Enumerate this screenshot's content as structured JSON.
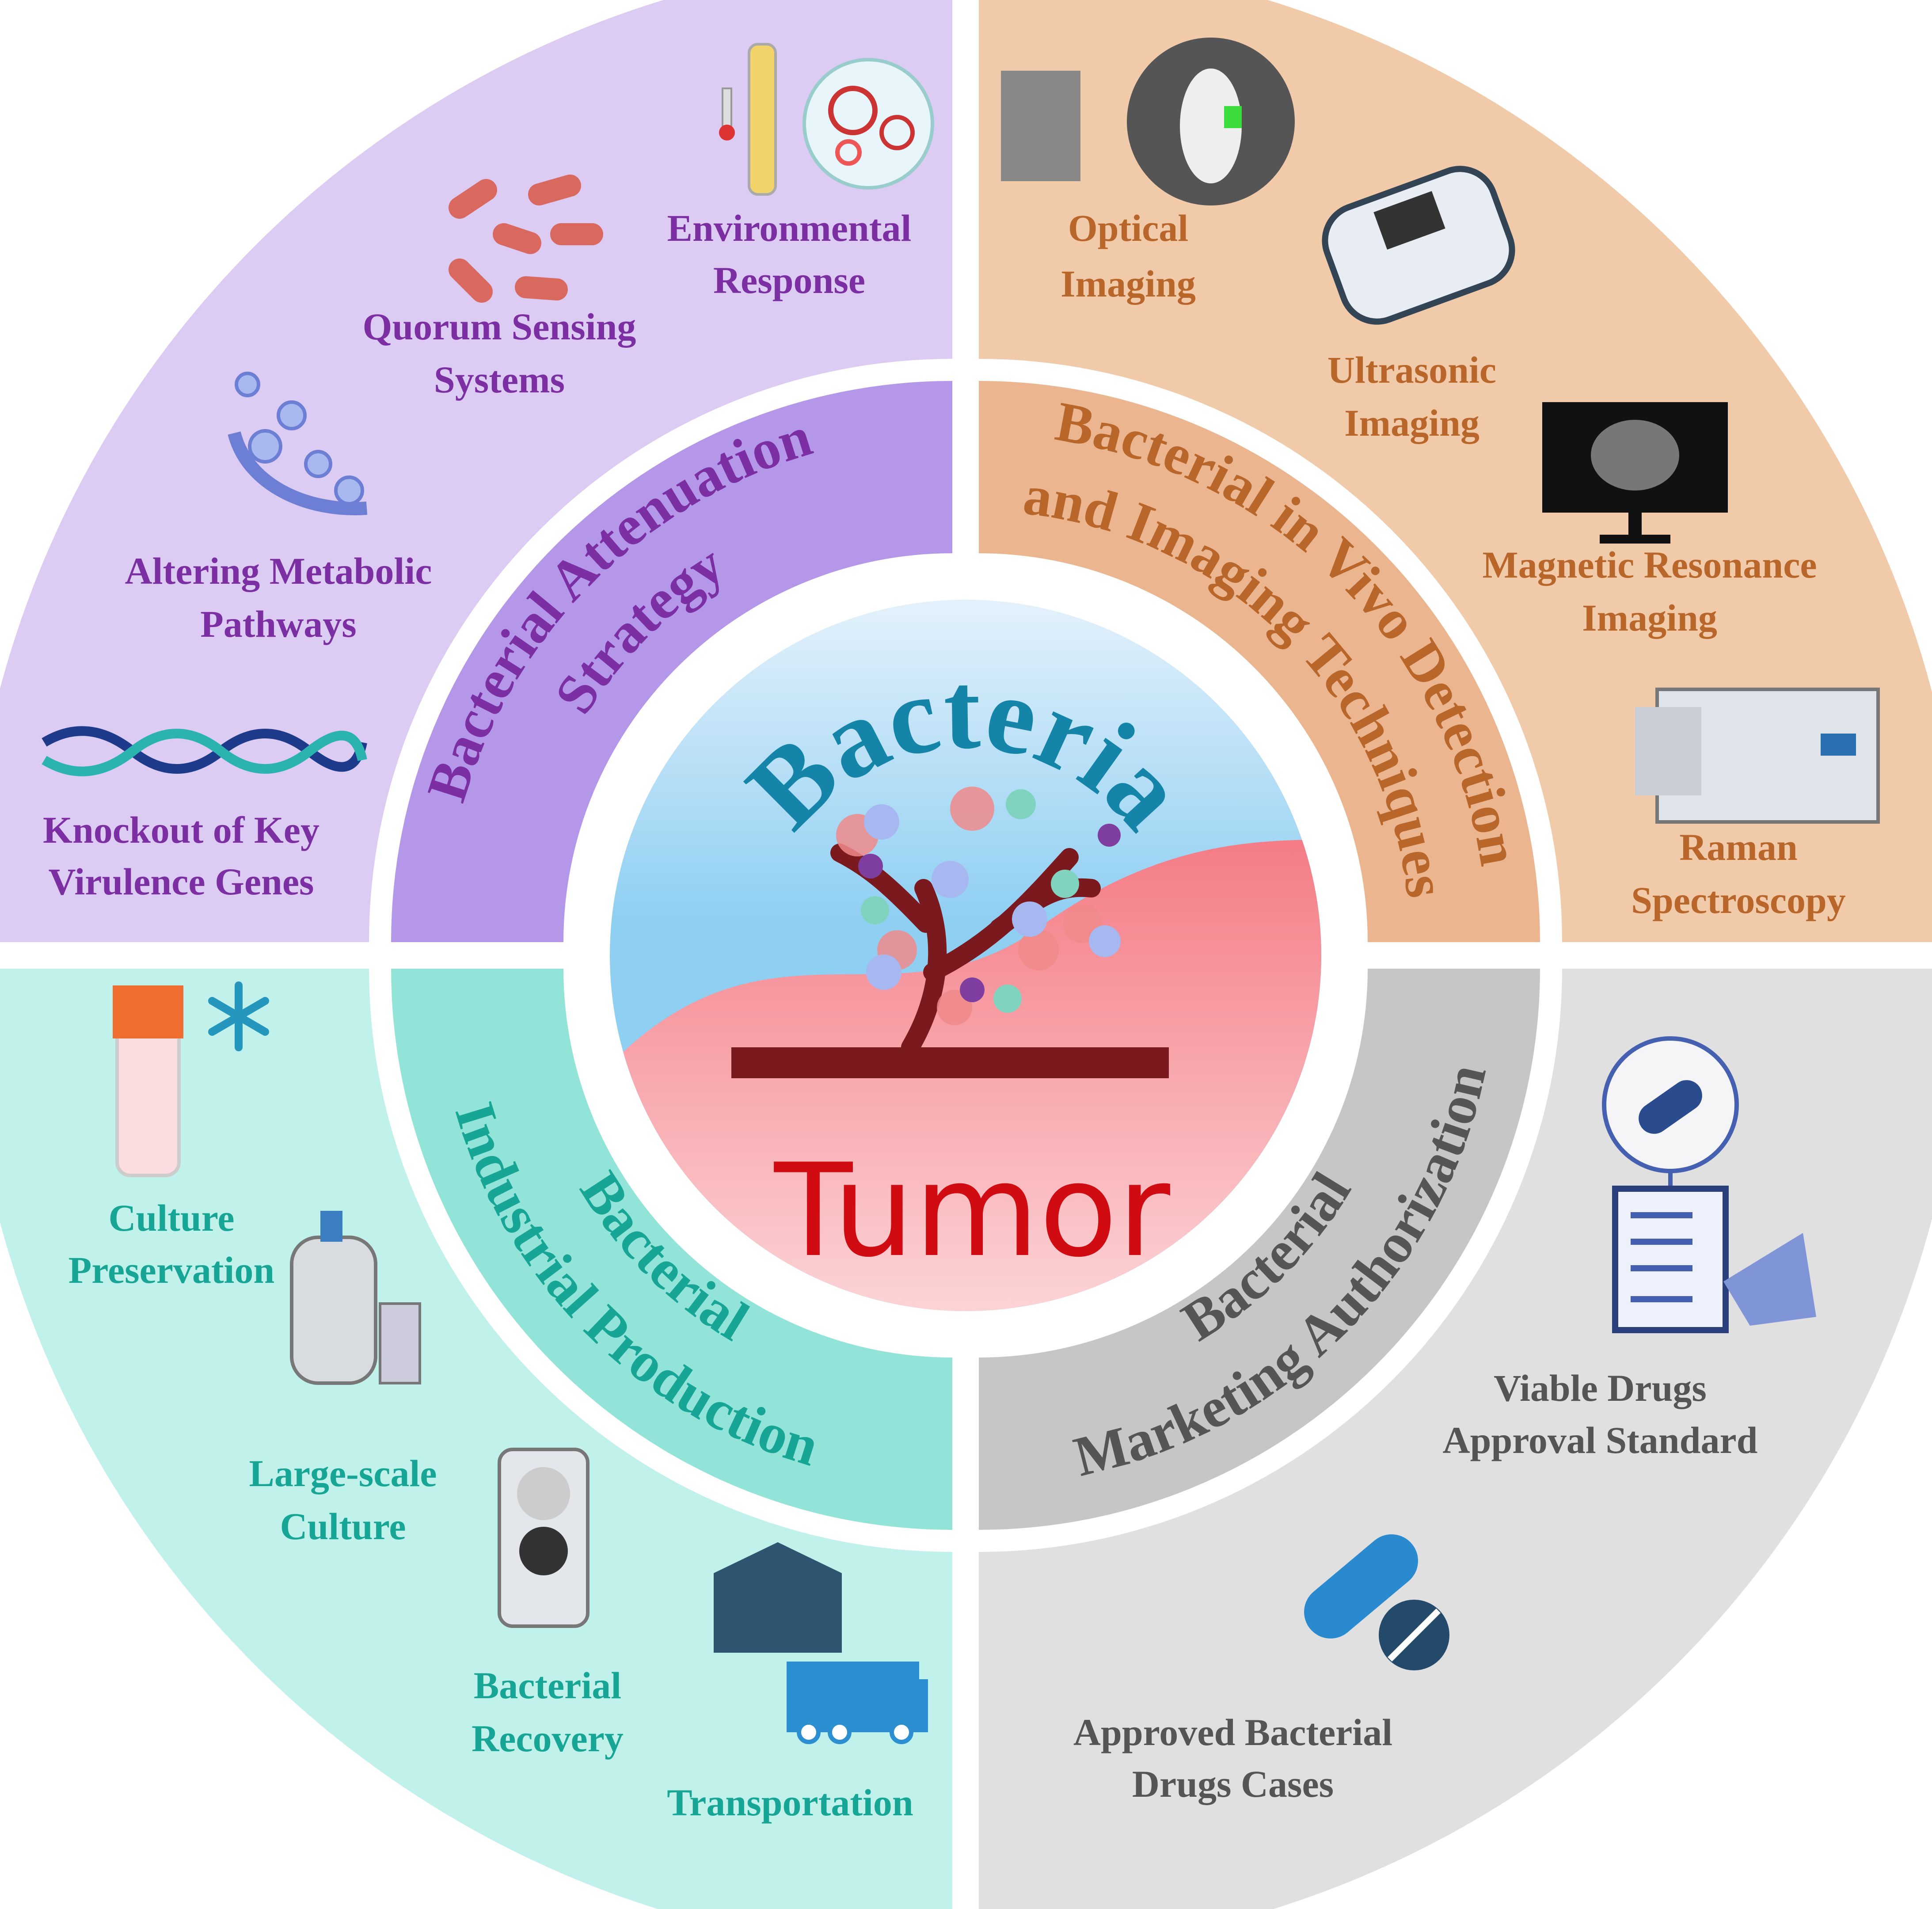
{
  "center": {
    "title_top": "Bacteria",
    "title_bottom": "Tumor"
  },
  "quadrants": {
    "attenuation": {
      "band_line1": "Bacterial Attenuation",
      "band_line2": "Strategy",
      "items": [
        "Environmental",
        "Response",
        "Quorum Sensing",
        "Systems",
        "Altering Metabolic",
        "Pathways",
        "Knockout of Key",
        "Virulence Genes"
      ]
    },
    "detection": {
      "band_line1": "Bacterial in Vivo Detection",
      "band_line2": "and Imaging Techniques",
      "items": [
        "Optical",
        "Imaging",
        "Ultrasonic",
        "Imaging",
        "Magnetic Resonance",
        "Imaging",
        "Raman",
        "Spectroscopy"
      ]
    },
    "production": {
      "band_line1": "Bacterial",
      "band_line2": "Industrial Production",
      "items": [
        "Culture",
        "Preservation",
        "Large-scale",
        "Culture",
        "Bacterial",
        "Recovery",
        "Transportation"
      ]
    },
    "marketing": {
      "band_line1": "Bacterial",
      "band_line2": "Marketing Authorization",
      "items": [
        "Viable Drugs",
        "Approval Standard",
        "Approved Bacterial",
        "Drugs Cases"
      ]
    }
  },
  "colors": {
    "purple_outer": "#dccbf3",
    "purple_inner": "#b597e9",
    "orange_outer": "#f1caa9",
    "orange_inner": "#ebb58f",
    "teal_outer": "#c0f1ea",
    "teal_inner": "#92e4d8",
    "gray_outer": "#e0e0e0",
    "gray_inner": "#c6c6c6",
    "bacteria_text": "#1485a8",
    "tumor_text": "#d00c12"
  }
}
